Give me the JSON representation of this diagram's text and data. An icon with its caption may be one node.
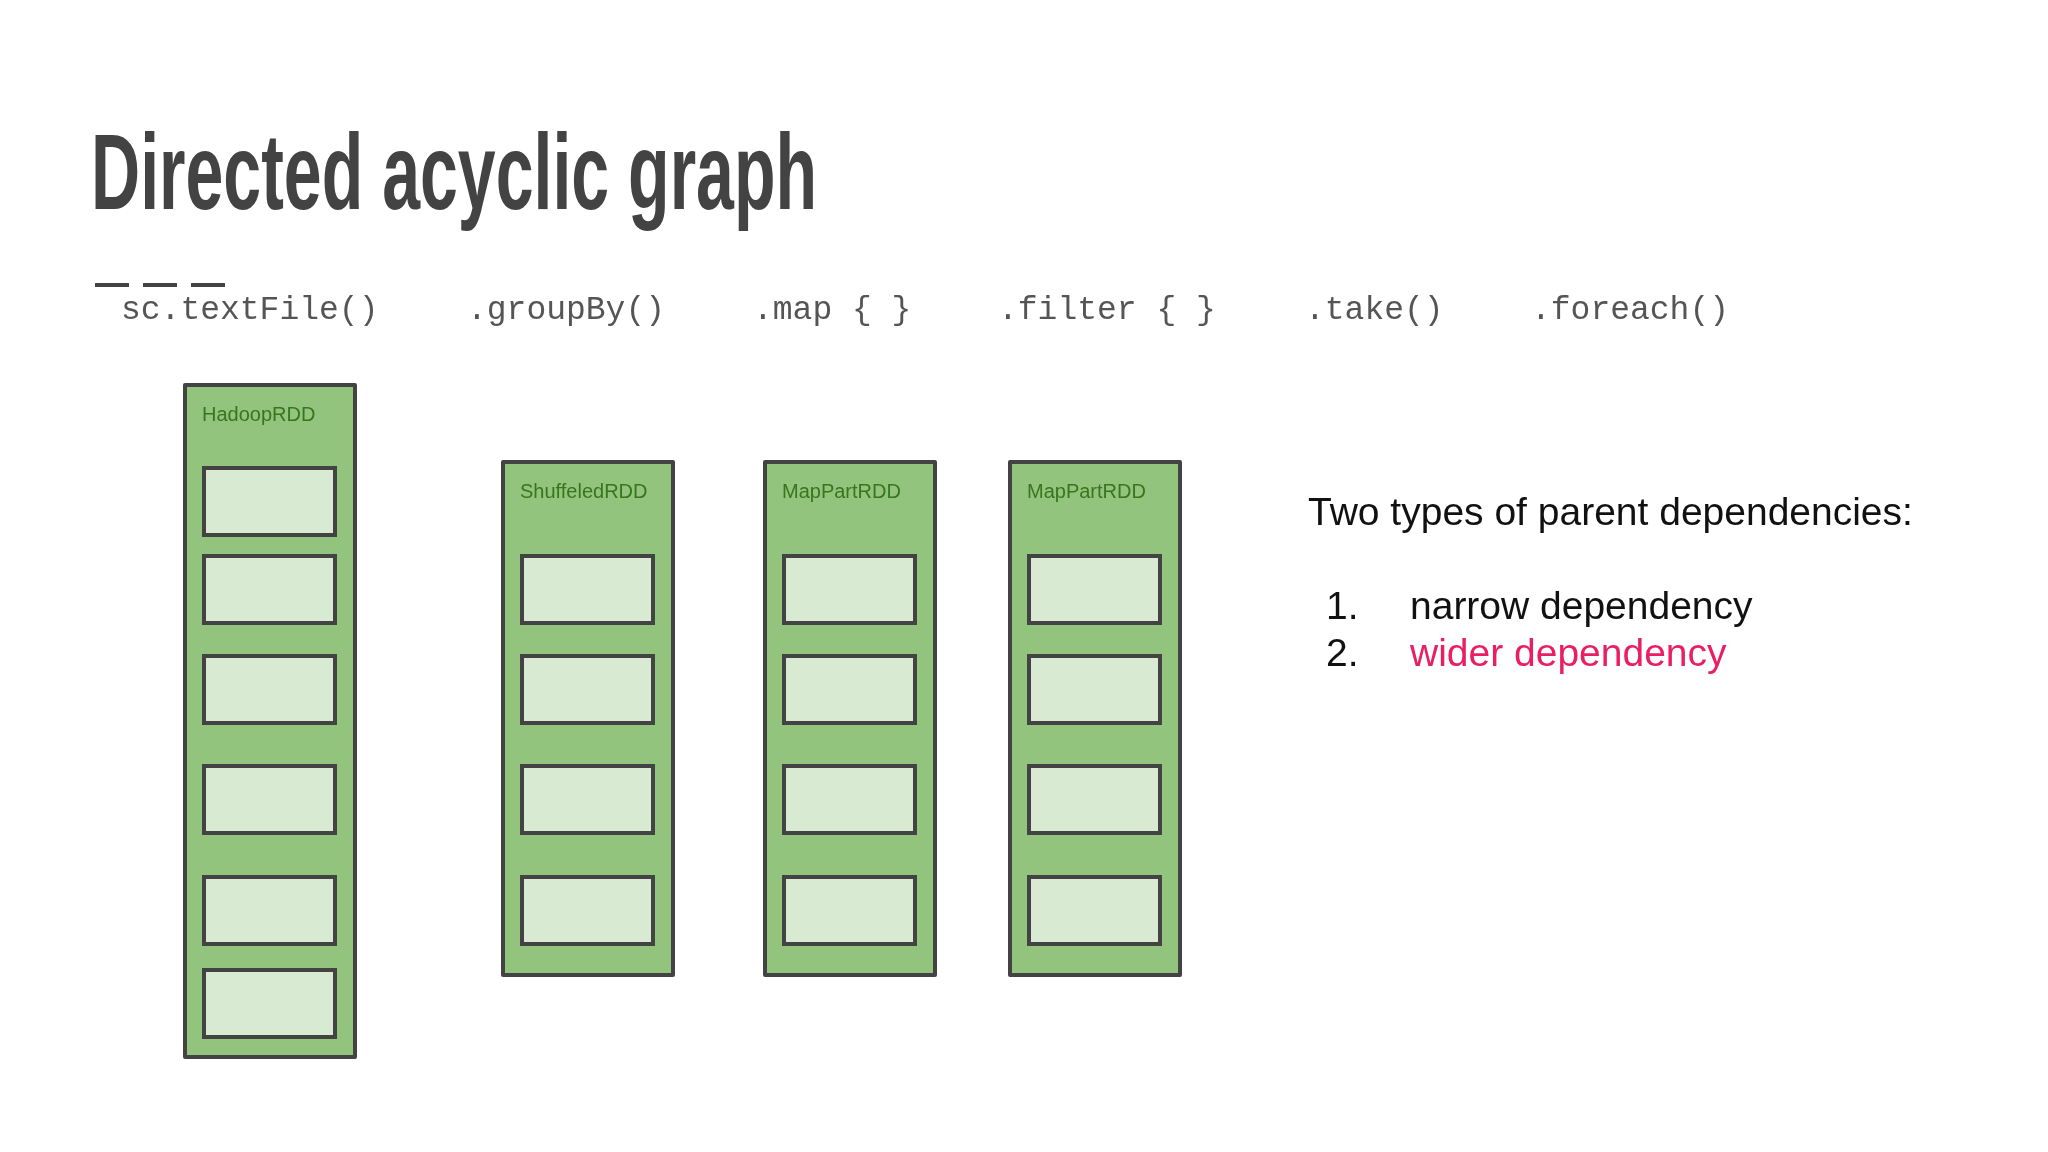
{
  "diagram": {
    "title": "Directed acyclic graph",
    "nodes": [
      {
        "text": [
          "HadoopRDD"
        ]
      },
      {
        "text": [],
        "shape": "box",
        "in": 0
      },
      {
        "text": [],
        "shape": "box",
        "in": 0
      },
      {
        "text": [],
        "shape": "box",
        "in": 0
      },
      {
        "text": [],
        "shape": "box",
        "in": 0
      },
      {
        "text": [],
        "shape": "box",
        "in": 0
      },
      {
        "text": [],
        "shape": "box",
        "in": 0
      },
      {
        "text": [
          "ShuffeledRDD"
        ]
      },
      {
        "text": [],
        "shape": "box",
        "in": 7
      },
      {
        "text": [],
        "shape": "box",
        "in": 7
      },
      {
        "text": [],
        "shape": "box",
        "in": 7
      },
      {
        "text": [],
        "shape": "box",
        "in": 7
      },
      {
        "text": [
          "MapPartRDD"
        ]
      },
      {
        "text": [],
        "shape": "box",
        "in": 12
      },
      {
        "text": [],
        "shape": "box",
        "in": 12
      },
      {
        "text": [],
        "shape": "box",
        "in": 12
      },
      {
        "text": [],
        "shape": "box",
        "in": 12
      },
      {
        "text": [
          "MapPartRDD"
        ]
      },
      {
        "text": [],
        "shape": "box",
        "in": 17
      },
      {
        "text": [],
        "shape": "box",
        "in": 17
      },
      {
        "text": [],
        "shape": "box",
        "in": 17
      },
      {
        "text": [],
        "shape": "box",
        "in": 17
      }
    ],
    "labels": [
      "sc.textFile()",
      ".groupBy()",
      ".map { }",
      ".filter { }",
      ".take()",
      ".foreach()",
      "Two types of parent dependencies:",
      "1.",
      "narrow dependency",
      "2.",
      "wider dependency"
    ]
  }
}
